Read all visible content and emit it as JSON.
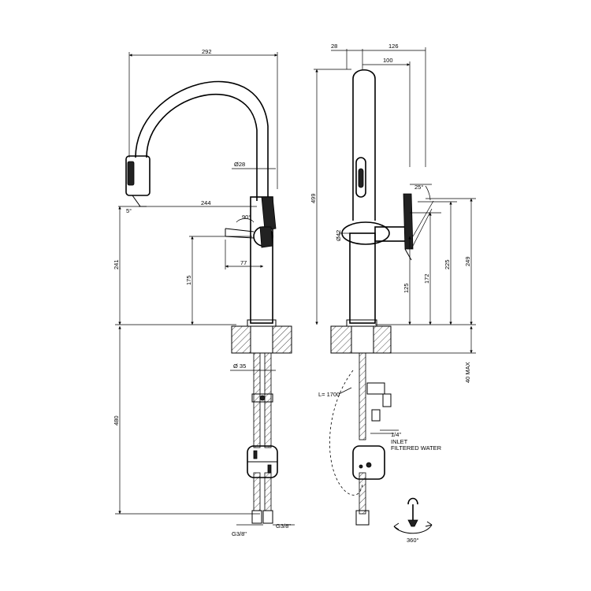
{
  "dimensions": {
    "d292": "292",
    "d28": "28",
    "d126": "126",
    "d100": "100",
    "phi28": "Ø28",
    "d5deg": "5°",
    "d244": "244",
    "d90deg": "90°",
    "d241": "241",
    "d175": "175",
    "d77": "77",
    "phi35": "Ø 35",
    "d480": "480",
    "g38_left": "G3/8\"",
    "g38_right": "G3/8\"",
    "d499": "499",
    "phi42": "Ø42",
    "d25deg": "25°",
    "d125": "125",
    "d172": "172",
    "d225": "225",
    "d249": "249",
    "d40max": "40 MAX",
    "l1700": "L= 1700",
    "quarter": "1/4\"",
    "inlet": "INLET",
    "filtered": "FILTERED WATER",
    "rot360": "360°"
  }
}
